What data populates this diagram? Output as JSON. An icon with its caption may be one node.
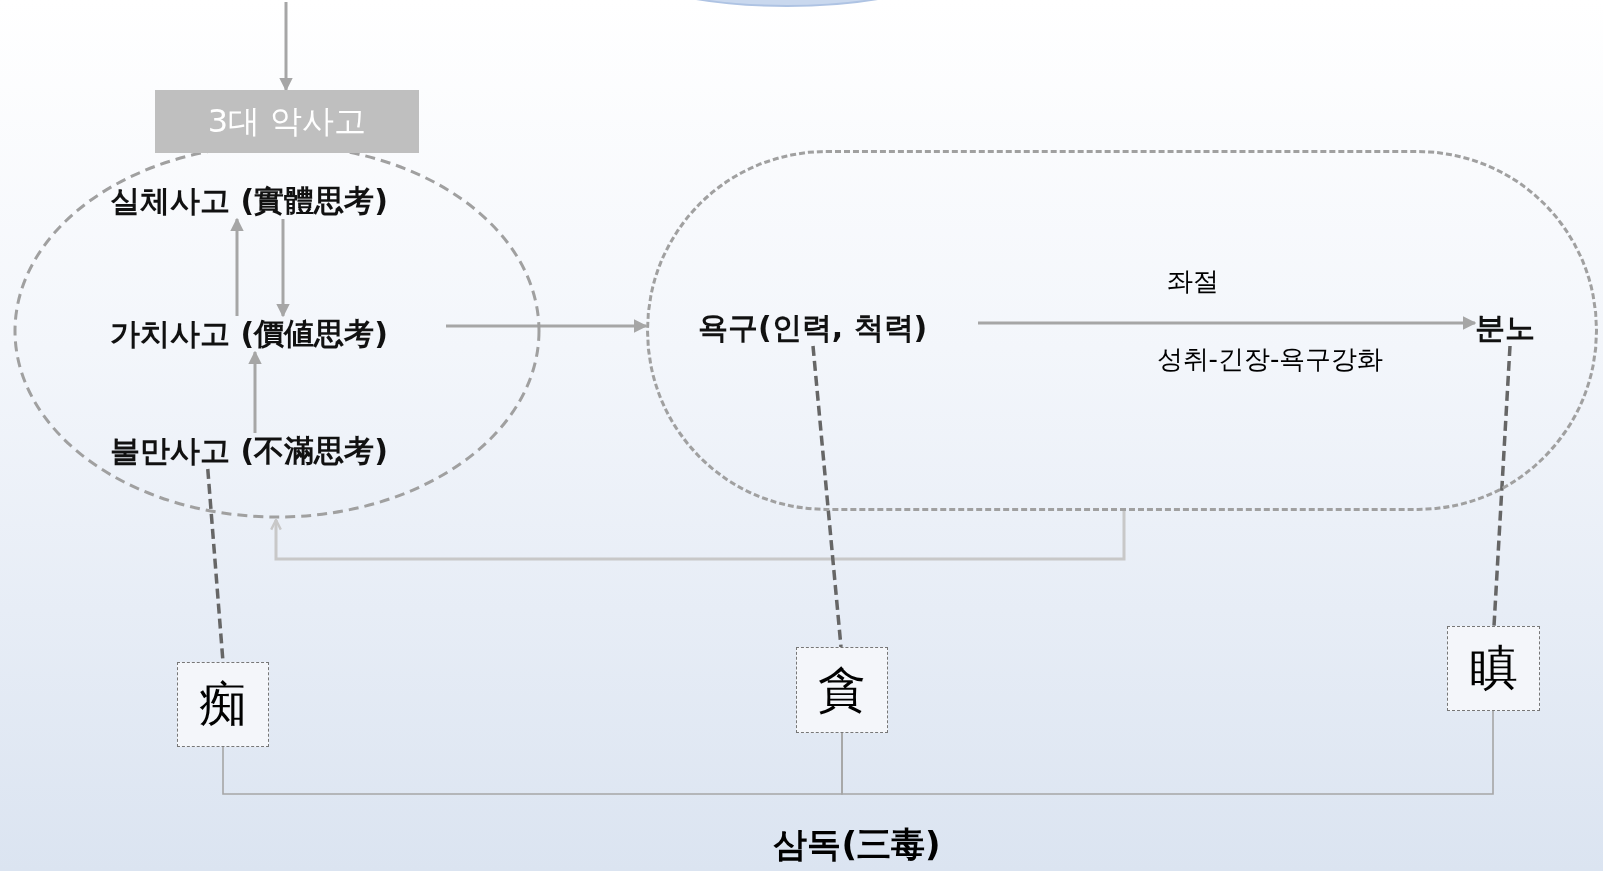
{
  "diagram": {
    "nodes": [
      {
        "text": [
          "3대 악사고"
        ]
      },
      {
        "text": [
          "실체사고 (實體思考)"
        ],
        "in": 0
      },
      {
        "text": [
          "가치사고 (價値思考)"
        ],
        "in": 0
      },
      {
        "text": [
          "불만사고 (不滿思考)"
        ],
        "in": 0
      },
      {
        "text": [],
        "shape": "capsule"
      },
      {
        "text": [
          "욕구(인력, 척력)"
        ],
        "in": 4
      },
      {
        "text": [
          "분노"
        ],
        "in": 4
      },
      {
        "text": [
          "痴"
        ]
      },
      {
        "text": [
          "貪"
        ]
      },
      {
        "text": [
          "瞋"
        ]
      }
    ],
    "edges": [
      {
        "from": null,
        "to": 0,
        "arrow": "to"
      },
      {
        "from": 2,
        "to": 1,
        "arrow": "to"
      },
      {
        "from": 1,
        "to": 2,
        "arrow": "to"
      },
      {
        "from": 3,
        "to": 2,
        "arrow": "to"
      },
      {
        "from": 2,
        "to": 4,
        "arrow": "to"
      },
      {
        "from": 5,
        "to": 6,
        "arrow": "to",
        "label": "좌절"
      },
      {
        "from": 4,
        "to": 0,
        "arrow": "to",
        "color": "#c8c8c8"
      },
      {
        "from": 3,
        "to": 7,
        "arrow": "none",
        "style": "dashed",
        "color": "#666666"
      },
      {
        "from": 5,
        "to": 8,
        "arrow": "none",
        "style": "dashed",
        "color": "#666666"
      },
      {
        "from": 6,
        "to": 9,
        "arrow": "none",
        "style": "dashed",
        "color": "#666666"
      },
      {
        "from": 7,
        "to": 8,
        "arrow": "none"
      },
      {
        "from": 8,
        "to": 9,
        "arrow": "none"
      }
    ],
    "labels": [
      "성취-긴장-욕구강화",
      "삼독(三毒)"
    ]
  }
}
